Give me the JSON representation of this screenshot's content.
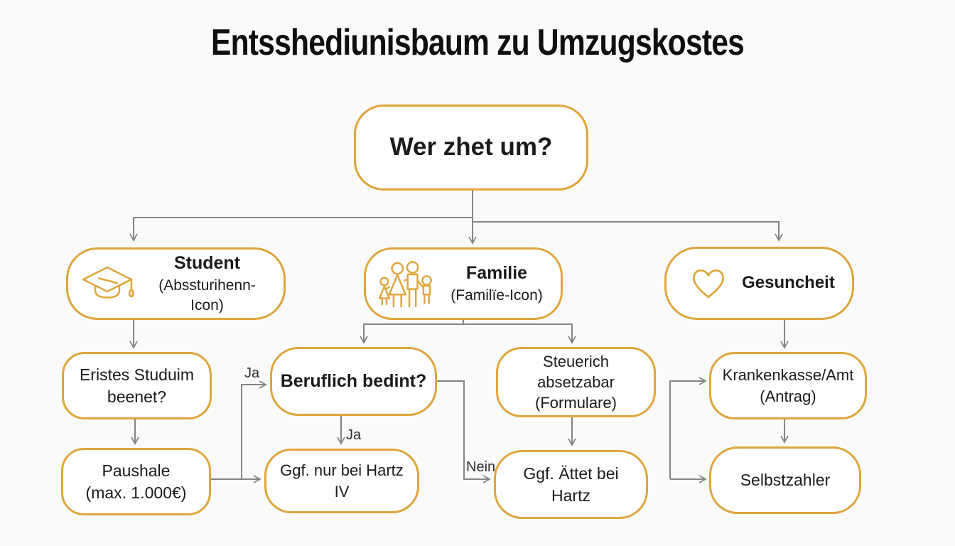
{
  "title": "Entsshediunisbaum zu Umzugskostes",
  "diagram": {
    "root": {
      "label": "Wer zhet um?"
    },
    "branches": {
      "student": {
        "title": "Student",
        "subtitle": "(Abssturihenn-Icon)",
        "icon": "graduation-cap-icon"
      },
      "familie": {
        "title": "Familie",
        "subtitle": "(Familïe-Icon)",
        "icon": "family-icon"
      },
      "gesundheit": {
        "title": "Gesuncheit",
        "icon": "heart-icon"
      }
    },
    "nodes": {
      "erstes_studium": "Eristes Studuim\nbeenet?",
      "beruflich": "Beruflich bedint?",
      "steuerlich": "Steuerich absetzabar\n(Formulare)",
      "krankenkasse": "Krankenkasse/Amt\n(Antrag)",
      "pauschale": "Paushale\n(max. 1.000€)",
      "hartz_iv": "Ggf. nur bei Hartz IV",
      "aettet": "Ggf. Ättet bei\nHartz",
      "selbstzahler": "Selbstzahler"
    },
    "edge_labels": {
      "ja_side": "Ja",
      "ja_down": "Ja",
      "nein": "Nein"
    }
  },
  "colors": {
    "node_border": "#DFA53C",
    "icon": "#E0A63C",
    "connector": "#848484",
    "text": "#1B1B1B",
    "background": "#FAFAF8"
  }
}
